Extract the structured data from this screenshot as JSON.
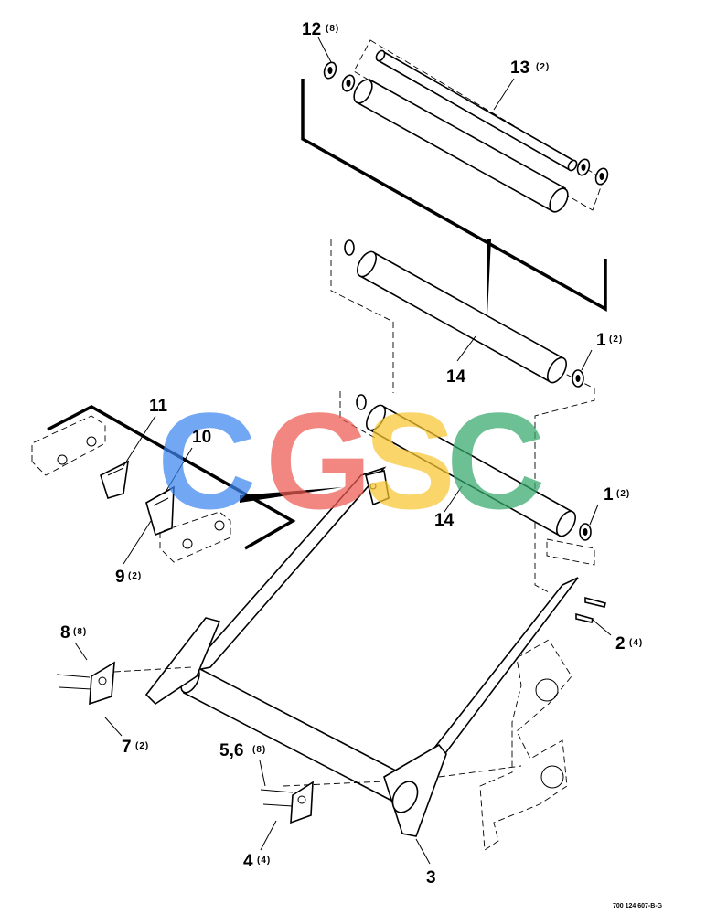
{
  "watermark": {
    "letters": [
      {
        "char": "C",
        "color": "#3d86f0"
      },
      {
        "char": "G",
        "color": "#ee5a52"
      },
      {
        "char": "S",
        "color": "#f7c531"
      },
      {
        "char": "C",
        "color": "#34a86b"
      }
    ]
  },
  "callouts": [
    {
      "id": "c12",
      "num": "12",
      "qty": "(8)"
    },
    {
      "id": "c13",
      "num": "13",
      "qty": "(2)"
    },
    {
      "id": "c14a",
      "num": "14",
      "qty": ""
    },
    {
      "id": "c1a",
      "num": "1",
      "qty": "(2)"
    },
    {
      "id": "c11",
      "num": "11",
      "qty": ""
    },
    {
      "id": "c10",
      "num": "10",
      "qty": ""
    },
    {
      "id": "c14b",
      "num": "14",
      "qty": ""
    },
    {
      "id": "c1b",
      "num": "1",
      "qty": "(2)"
    },
    {
      "id": "c9",
      "num": "9",
      "qty": "(2)"
    },
    {
      "id": "c2",
      "num": "2",
      "qty": "(4)"
    },
    {
      "id": "c8",
      "num": "8",
      "qty": "(8)"
    },
    {
      "id": "c7",
      "num": "7",
      "qty": "(2)"
    },
    {
      "id": "c56",
      "num": "5,6",
      "qty": "(8)"
    },
    {
      "id": "c4",
      "num": "4",
      "qty": "(4)"
    },
    {
      "id": "c3",
      "num": "3",
      "qty": ""
    }
  ],
  "drawing_ref": "700 124 607-B-G"
}
